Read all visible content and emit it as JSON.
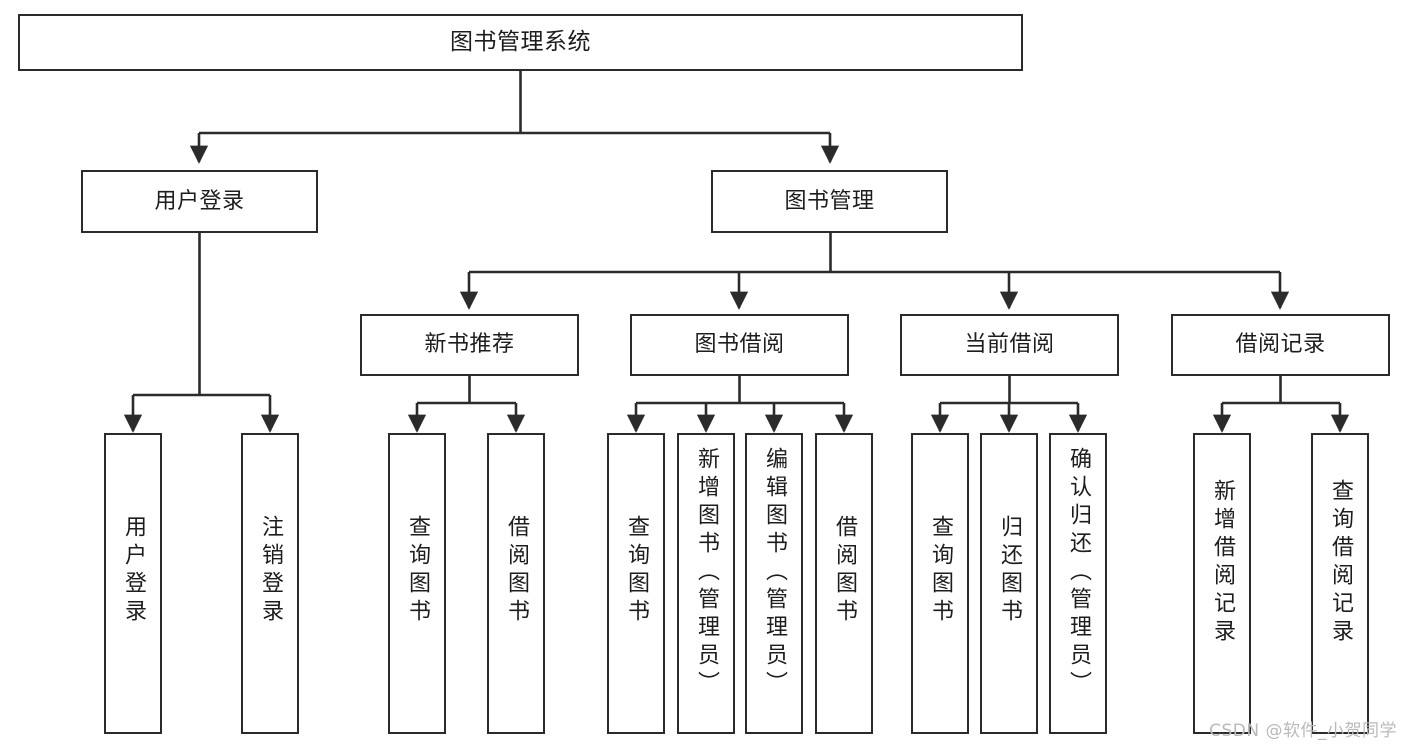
{
  "diagram": {
    "type": "tree",
    "title": "图书管理系统",
    "root": {
      "label": "图书管理系统"
    },
    "level2": [
      {
        "label": "用户登录"
      },
      {
        "label": "图书管理"
      }
    ],
    "level3": [
      {
        "label": "新书推荐"
      },
      {
        "label": "图书借阅"
      },
      {
        "label": "当前借阅"
      },
      {
        "label": "借阅记录"
      }
    ],
    "leaves": {
      "user_login": [
        {
          "label": "用户登录"
        },
        {
          "label": "注销登录"
        }
      ],
      "new_book_recommend": [
        {
          "label": "查询图书"
        },
        {
          "label": "借阅图书"
        }
      ],
      "book_borrow": [
        {
          "label": "查询图书"
        },
        {
          "label": "新增图书（管理员）"
        },
        {
          "label": "编辑图书（管理员）"
        },
        {
          "label": "借阅图书"
        }
      ],
      "current_borrow": [
        {
          "label": "查询图书"
        },
        {
          "label": "归还图书"
        },
        {
          "label": "确认归还（管理员）"
        }
      ],
      "borrow_record": [
        {
          "label": "新增借阅记录"
        },
        {
          "label": "查询借阅记录"
        }
      ]
    }
  },
  "watermark": {
    "text": "CSDN @软件_小贺同学"
  },
  "colors": {
    "box_border": "#2b2b2b",
    "box_fill": "#ffffff",
    "line": "#2b2b2b",
    "text": "#1d1d1d",
    "watermark": "#b9b9b9"
  }
}
